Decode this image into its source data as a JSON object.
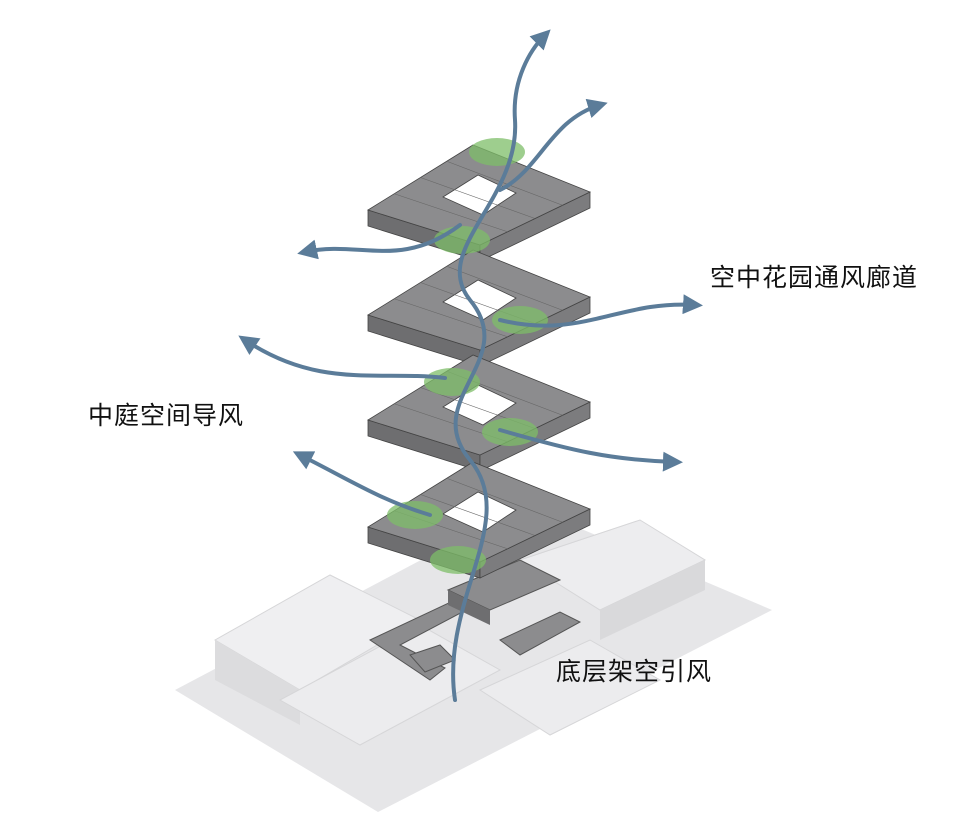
{
  "labels": {
    "sky_garden": "空中花园通风廊道",
    "atrium": "中庭空间导风",
    "ground": "底层架空引风"
  },
  "colors": {
    "slab_top": "#8c8c8e",
    "slab_side": "#6e6e70",
    "arrow": "#5b7c99",
    "green": "#7dbe68",
    "site": "#e4e4e6"
  }
}
